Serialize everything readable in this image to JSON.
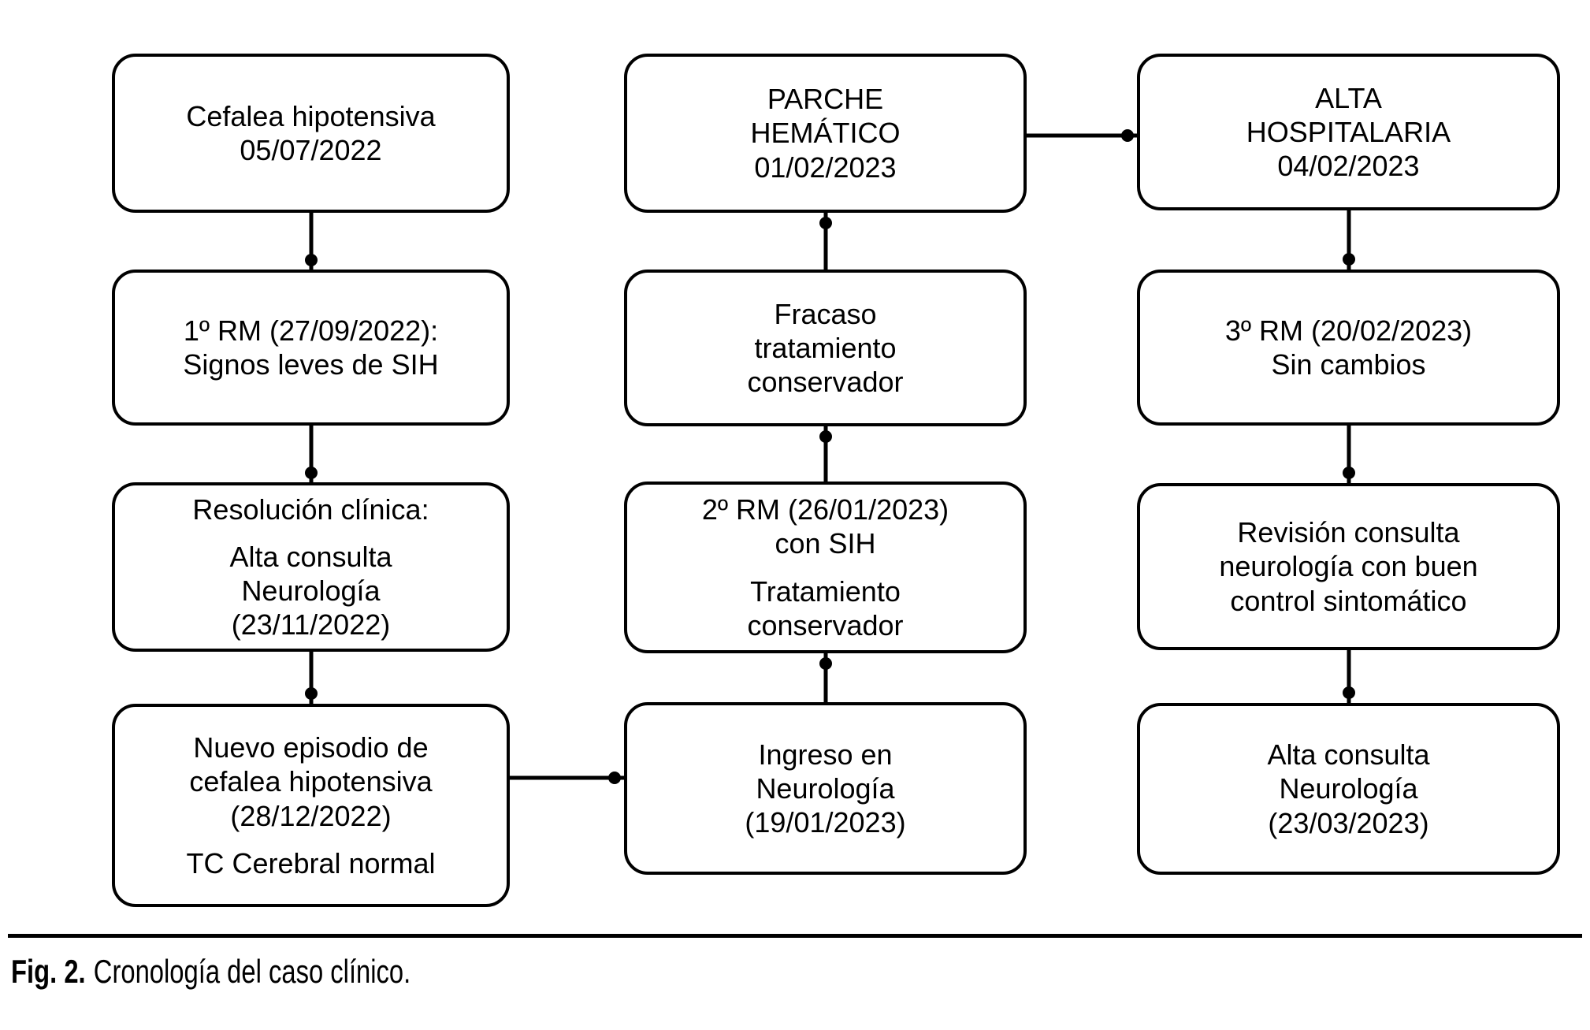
{
  "figure": {
    "caption_label": "Fig. 2.",
    "caption_text": "Cronología del caso clínico."
  },
  "nodes": {
    "cefalea": {
      "p1": "Cefalea hipotensiva\n05/07/2022"
    },
    "rm1": {
      "p1": "1º RM (27/09/2022):\nSignos leves de SIH"
    },
    "resolucion": {
      "p1": "Resolución clínica:",
      "p2": "Alta consulta\nNeurología\n(23/11/2022)"
    },
    "nuevo_episodio": {
      "p1": "Nuevo episodio de\ncefalea hipotensiva\n(28/12/2022)",
      "p2": "TC Cerebral normal"
    },
    "parche": {
      "p1": "PARCHE\nHEMÁTICO\n01/02/2023"
    },
    "fracaso": {
      "p1": "Fracaso\ntratamiento\nconservador"
    },
    "rm2": {
      "p1": "2º RM (26/01/2023)\ncon SIH",
      "p2": "Tratamiento\nconservador"
    },
    "ingreso": {
      "p1": "Ingreso en\nNeurología\n(19/01/2023)"
    },
    "alta_hospitalaria": {
      "p1": "ALTA\nHOSPITALARIA\n04/02/2023"
    },
    "rm3": {
      "p1": "3º RM (20/02/2023)\nSin cambios"
    },
    "revision": {
      "p1": "Revisión consulta\nneurología con buen\ncontrol sintomático"
    },
    "alta_consulta": {
      "p1": "Alta consulta\nNeurología\n(23/03/2023)"
    }
  },
  "edges": [
    {
      "from": "cefalea",
      "to": "rm1"
    },
    {
      "from": "rm1",
      "to": "resolucion"
    },
    {
      "from": "resolucion",
      "to": "nuevo_episodio"
    },
    {
      "from": "nuevo_episodio",
      "to": "ingreso"
    },
    {
      "from": "ingreso",
      "to": "rm2"
    },
    {
      "from": "rm2",
      "to": "fracaso"
    },
    {
      "from": "fracaso",
      "to": "parche"
    },
    {
      "from": "parche",
      "to": "alta_hospitalaria"
    },
    {
      "from": "alta_hospitalaria",
      "to": "rm3"
    },
    {
      "from": "rm3",
      "to": "revision"
    },
    {
      "from": "revision",
      "to": "alta_consulta"
    }
  ],
  "colors": {
    "line": "#000000",
    "background": "#ffffff",
    "box_fill": "#ffffff"
  }
}
